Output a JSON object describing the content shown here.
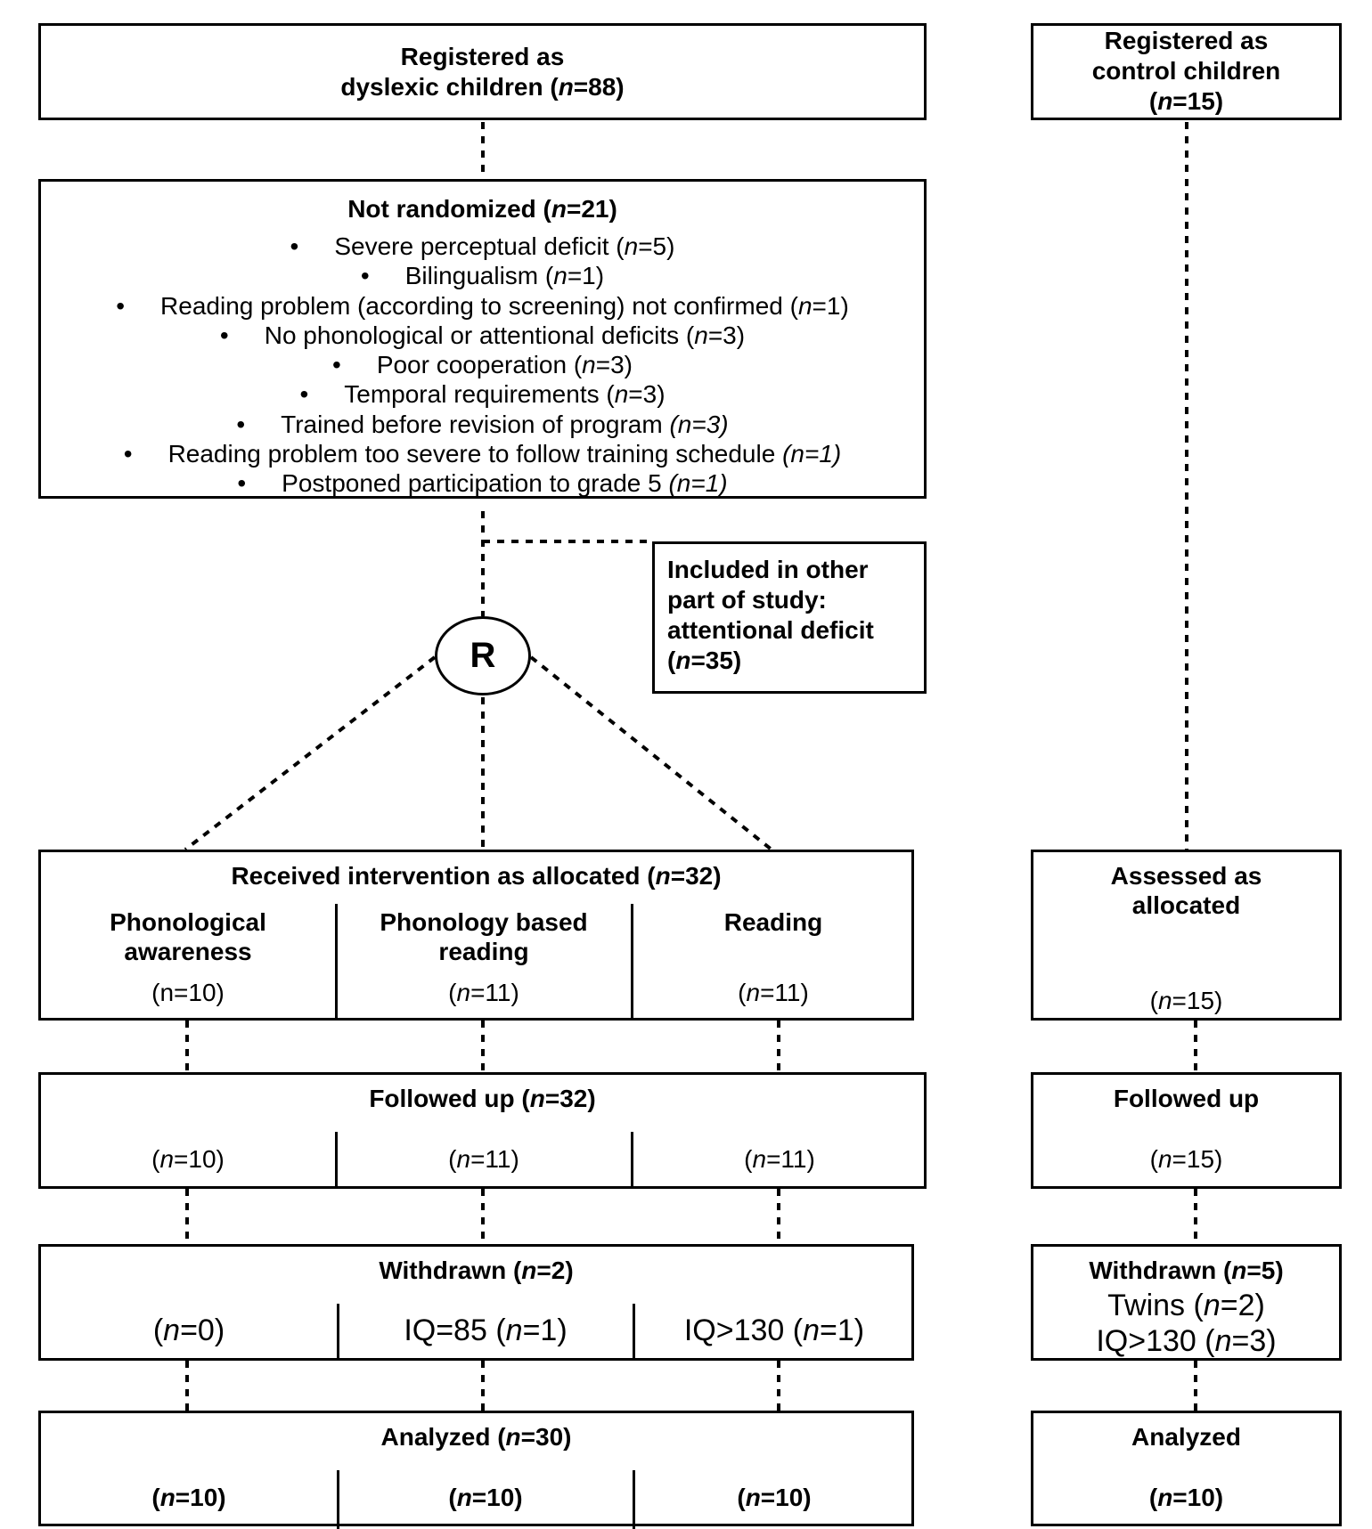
{
  "registered_dyslexic": {
    "line1": "Registered as",
    "line2_pre": "dyslexic children (",
    "n_symbol": "n",
    "line2_post": "=88)"
  },
  "registered_control": {
    "line1": "Registered as",
    "line2": "control children",
    "line3_pre": "(",
    "n_symbol": "n",
    "line3_post": "=15)"
  },
  "not_randomized": {
    "title_pre": "Not randomized (",
    "n_symbol": "n",
    "title_post": "=21)",
    "items": [
      {
        "pre": "Severe perceptual deficit (",
        "n": "n",
        "post": "=5)"
      },
      {
        "pre": "Bilingualism (",
        "n": "n",
        "post": "=1)"
      },
      {
        "pre": "Reading problem (according to screening) not confirmed (",
        "n": "n",
        "post": "=1)"
      },
      {
        "pre": "No phonological or attentional deficits (",
        "n": "n",
        "post": "=3)"
      },
      {
        "pre": "Poor cooperation (",
        "n": "n",
        "post": "=3)"
      },
      {
        "pre": "Temporal requirements (",
        "n": "n",
        "post": "=3)"
      },
      {
        "pre": "Trained before  revision of program ",
        "italic_tail": "(n=3)"
      },
      {
        "pre": "Reading problem too severe to follow training schedule ",
        "italic_tail": "(n=1)"
      },
      {
        "pre": "Postponed participation to grade 5 ",
        "italic_tail": "(n=1)"
      }
    ]
  },
  "other_study": {
    "line1": "Included in other",
    "line2": "part of study:",
    "line3": "attentional deficit",
    "line4_pre": "(",
    "n_symbol": "n",
    "line4_post": "=35)"
  },
  "randomization": {
    "label": "R"
  },
  "received": {
    "title_pre": "Received intervention as allocated (",
    "n_symbol": "n",
    "title_post": "=32)",
    "groups": [
      {
        "line1": "Phonological",
        "line2": "awareness",
        "count": "(n=10)"
      },
      {
        "line1": "Phonology based",
        "line2": "reading",
        "count_pre": "(",
        "count_n": "n",
        "count_post": "=11)"
      },
      {
        "line1": "Reading",
        "line2": "",
        "count_pre": "(",
        "count_n": "n",
        "count_post": "=11)"
      }
    ]
  },
  "assessed": {
    "line1": "Assessed as",
    "line2": "allocated",
    "count_pre": "(",
    "count_n": "n",
    "count_post": "=15)"
  },
  "followed": {
    "title_pre": "Followed up (",
    "n_symbol": "n",
    "title_post": "=32)",
    "counts": [
      {
        "pre": "(",
        "n": "n",
        "post": "=10)"
      },
      {
        "pre": "(",
        "n": "n",
        "post": "=11)"
      },
      {
        "pre": "(",
        "n": "n",
        "post": "=11)"
      }
    ]
  },
  "followed_control": {
    "title": "Followed up",
    "count_pre": "(",
    "count_n": "n",
    "count_post": "=15)"
  },
  "withdrawn": {
    "title_pre": "Withdrawn (",
    "n_symbol": "n",
    "title_post": "=2)",
    "items": [
      {
        "pre": "(",
        "n": "n",
        "post": "=0)"
      },
      {
        "pre": "IQ=85 (",
        "n": "n",
        "post": "=1)"
      },
      {
        "pre": "IQ>130 (",
        "n": "n",
        "post": "=1)"
      }
    ]
  },
  "withdrawn_control": {
    "title_pre": "Withdrawn (",
    "n_symbol": "n",
    "title_post": "=5)",
    "line1_pre": "Twins (",
    "line1_n": "n",
    "line1_post": "=2)",
    "line2_pre": "IQ>130 (",
    "line2_n": "n",
    "line2_post": "=3)"
  },
  "analyzed": {
    "title_pre": "Analyzed (",
    "n_symbol": "n",
    "title_post": "=30)",
    "counts": [
      {
        "pre": "(",
        "n": "n",
        "post": "=10)"
      },
      {
        "pre": "(",
        "n": "n",
        "post": "=10)"
      },
      {
        "pre": "(",
        "n": "n",
        "post": "=10)"
      }
    ]
  },
  "analyzed_control": {
    "title": "Analyzed",
    "count_pre": "(",
    "count_n": "n",
    "count_post": "=10)"
  }
}
